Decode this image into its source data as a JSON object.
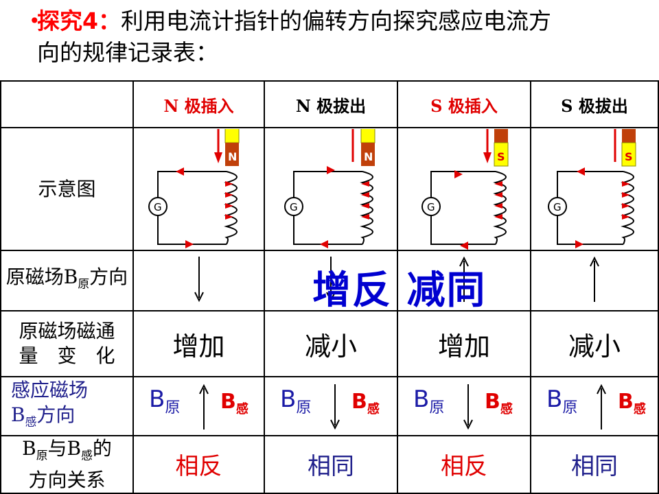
{
  "title": {
    "bullet": "•",
    "tag": "探究4：",
    "text_line1": "利用电流计指针的偏转方向探究感应电流方",
    "text_line2": "向的规律记录表："
  },
  "headers": [
    {
      "label": "N 极插入",
      "color": "#e00000",
      "pole": "N",
      "motion": "down"
    },
    {
      "label": "N 极拔出",
      "color": "#000000",
      "pole": "N",
      "motion": "up"
    },
    {
      "label": "S 极插入",
      "color": "#e00000",
      "pole": "S",
      "motion": "down"
    },
    {
      "label": "S 极拔出",
      "color": "#000000",
      "pole": "S",
      "motion": "up"
    }
  ],
  "rows": {
    "diagram_label": "示意图",
    "orig_field_label_a": "原磁场B",
    "orig_field_label_sub": "原",
    "orig_field_label_b": "方向",
    "orig_field_dirs": [
      "down",
      "down",
      "up",
      "up"
    ],
    "flux_label_line1": "原磁场磁通",
    "flux_label_line2": "量　变　化",
    "flux_changes": [
      "增加",
      "减小",
      "增加",
      "减小"
    ],
    "induced_label_line1": "感应磁场",
    "induced_label_B": "B",
    "induced_label_sub": "感",
    "induced_label_line2": "方向",
    "induced_dirs": [
      "up",
      "down",
      "down",
      "up"
    ],
    "relation_label_B1": "B",
    "relation_label_sub1": "原",
    "relation_label_mid": "与B",
    "relation_label_sub2": "感",
    "relation_label_end": "的",
    "relation_label_line2": "方向关系",
    "relations": [
      "相反",
      "相同",
      "相反",
      "相同"
    ]
  },
  "b_labels": {
    "orig": "B",
    "orig_sub": "原",
    "induced": "B",
    "induced_sub": "感"
  },
  "galvanometer": "G",
  "overlay_text": "增反 减同",
  "colors": {
    "red": "#e00000",
    "blue": "#20208c",
    "overlay_blue": "#0000d0",
    "magnet_yellow": "#ffff00",
    "magnet_brown": "#c0400a"
  }
}
